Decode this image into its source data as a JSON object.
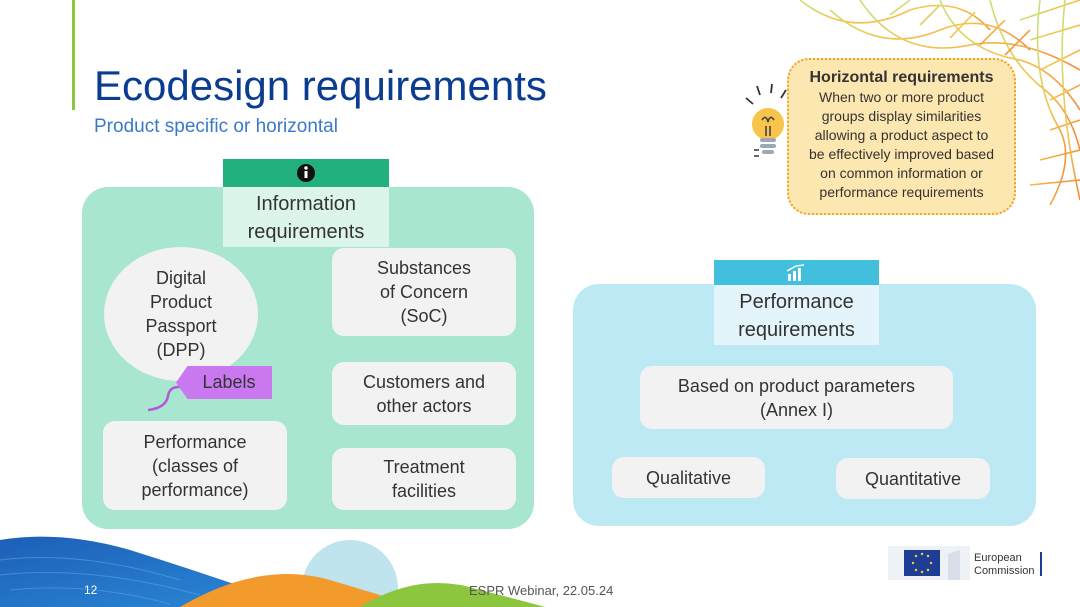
{
  "slide": {
    "title": "Ecodesign requirements",
    "subtitle": "Product specific or horizontal",
    "page_number": "12",
    "footer": "ESPR Webinar, 22.05.24"
  },
  "info_panel": {
    "header_line1": "Information",
    "header_line2": "requirements",
    "icon": "info-icon",
    "dpp": [
      "Digital",
      "Product",
      "Passport",
      "(DPP)"
    ],
    "labels": "Labels",
    "soc": [
      "Substances",
      "of Concern",
      "(SoC)"
    ],
    "customers": [
      "Customers and",
      "other actors"
    ],
    "performance": [
      "Performance",
      "(classes of",
      "performance)"
    ],
    "treatment": [
      "Treatment",
      "facilities"
    ]
  },
  "perf_panel": {
    "header_line1": "Performance",
    "header_line2": "requirements",
    "icon": "bar-chart-icon",
    "based": [
      "Based on product parameters",
      "(Annex I)"
    ],
    "qualitative": "Qualitative",
    "quantitative": "Quantitative"
  },
  "callout": {
    "title": "Horizontal requirements",
    "lines": [
      "When two or more product",
      "groups display similarities",
      "allowing a product aspect to",
      "be effectively improved based",
      "on common information or",
      "performance requirements"
    ],
    "icon": "lightbulb-icon"
  },
  "logo": {
    "line1": "European",
    "line2": "Commission"
  },
  "colors": {
    "title": "#0a3c91",
    "info_panel": "#a9e6cf",
    "perf_panel": "#bce9f3",
    "labels_tag": "#c978f0",
    "callout": "#fde7b0"
  }
}
